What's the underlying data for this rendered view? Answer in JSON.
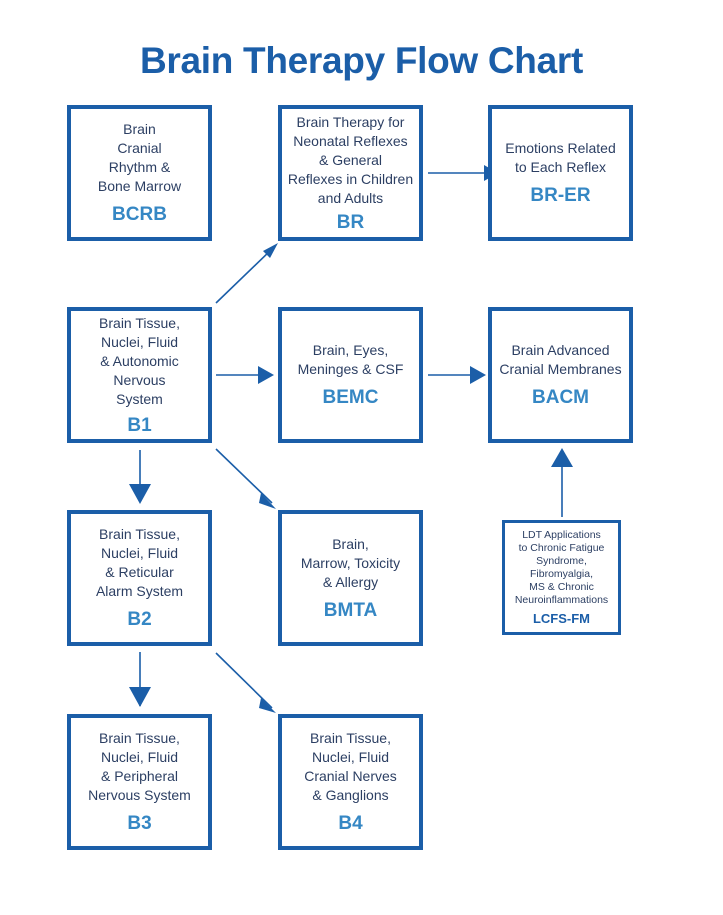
{
  "title": "Brain Therapy Flow Chart",
  "colors": {
    "primary": "#1b5ea8",
    "code": "#3587c4",
    "text": "#2c3f63"
  },
  "boxes": {
    "bcrb": {
      "text": "Brain\nCranial\nRhythm &\nBone Marrow",
      "code": "BCRB"
    },
    "br": {
      "text": "Brain Therapy for\nNeonatal Reflexes\n& General\nReflexes in Children\nand Adults",
      "code": "BR"
    },
    "brer": {
      "text": "Emotions Related\nto Each Reflex",
      "code": "BR-ER"
    },
    "b1": {
      "text": "Brain Tissue,\nNuclei, Fluid\n& Autonomic\nNervous\nSystem",
      "code": "B1"
    },
    "bemc": {
      "text": "Brain, Eyes,\nMeninges & CSF",
      "code": "BEMC"
    },
    "bacm": {
      "text": "Brain Advanced\nCranial Membranes",
      "code": "BACM"
    },
    "b2": {
      "text": "Brain Tissue,\nNuclei, Fluid\n& Reticular\nAlarm System",
      "code": "B2"
    },
    "bmta": {
      "text": "Brain,\nMarrow, Toxicity\n& Allergy",
      "code": "BMTA"
    },
    "lcfs": {
      "text": "LDT Applications\nto Chronic Fatigue\nSyndrome,\nFibromyalgia,\nMS & Chronic\nNeuroinflammations",
      "code": "LCFS-FM"
    },
    "b3": {
      "text": "Brain Tissue,\nNuclei, Fluid\n& Peripheral\nNervous System",
      "code": "B3"
    },
    "b4": {
      "text": "Brain Tissue,\nNuclei, Fluid\nCranial Nerves\n& Ganglions",
      "code": "B4"
    }
  }
}
